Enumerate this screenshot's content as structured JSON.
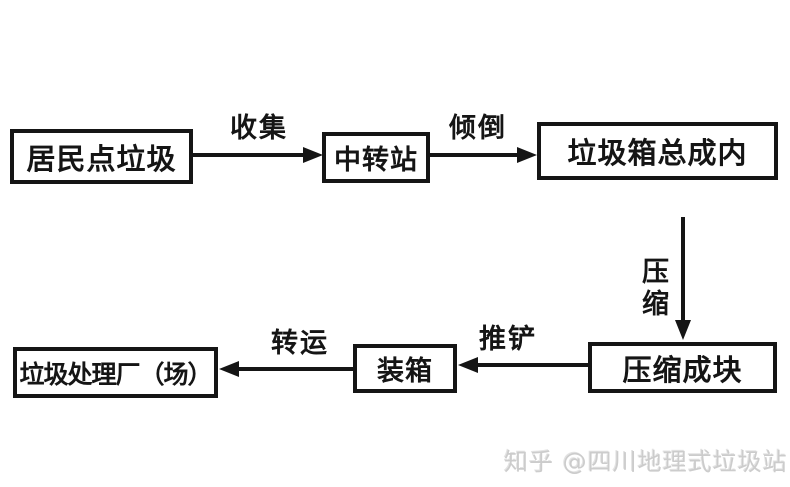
{
  "colors": {
    "background": "#ffffff",
    "ink": "#151515",
    "watermark": "#cccccc"
  },
  "watermark": {
    "text": "知乎 @四川地理式垃圾站"
  },
  "flowchart": {
    "nodes": [
      {
        "id": "residential-waste",
        "label": "居民点垃圾"
      },
      {
        "id": "transfer-station",
        "label": "中转站"
      },
      {
        "id": "garbage-container-assembly",
        "label": "垃圾箱总成内"
      },
      {
        "id": "compressed-blocks",
        "label": "压缩成块"
      },
      {
        "id": "packing",
        "label": "装箱"
      },
      {
        "id": "treatment-plant",
        "label": "垃圾处理厂（场）"
      }
    ],
    "edges": [
      {
        "from": "居民点垃圾",
        "to": "中转站",
        "label": "收集",
        "direction": "right"
      },
      {
        "from": "中转站",
        "to": "垃圾箱总成内",
        "label": "倾倒",
        "direction": "right"
      },
      {
        "from": "垃圾箱总成内",
        "to": "压缩成块",
        "label": "压缩",
        "direction": "down"
      },
      {
        "from": "压缩成块",
        "to": "装箱",
        "label": "推铲",
        "direction": "left"
      },
      {
        "from": "装箱",
        "to": "垃圾处理厂（场）",
        "label": "转运",
        "direction": "left"
      }
    ]
  }
}
